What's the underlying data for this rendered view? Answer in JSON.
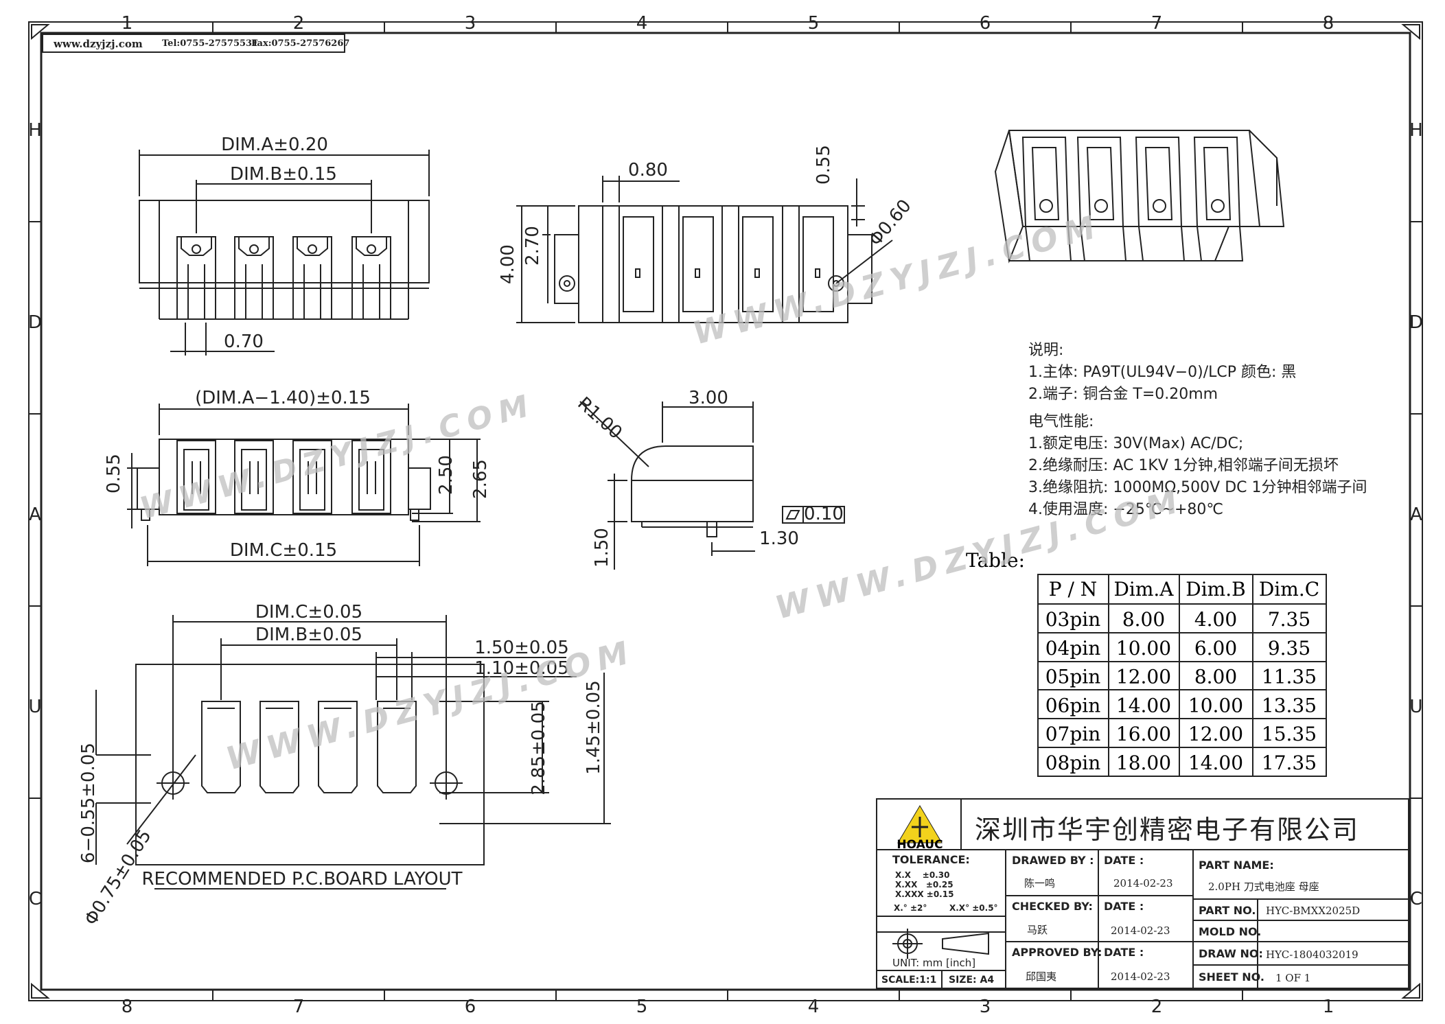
{
  "header": {
    "website": "www.dzyjzj.com",
    "tel": "Tel:0755-27575531",
    "fax": "Fax:0755-27576267"
  },
  "frame": {
    "col_labels_top": [
      "1",
      "2",
      "3",
      "4",
      "5",
      "6",
      "7",
      "8"
    ],
    "col_labels_bottom": [
      "8",
      "7",
      "6",
      "5",
      "4",
      "3",
      "2",
      "1"
    ],
    "row_labels": [
      "H",
      "D",
      "A",
      "U",
      "C"
    ]
  },
  "views": {
    "top_view": {
      "dim_a": "DIM.A±0.20",
      "dim_b": "DIM.B±0.15",
      "pitch_w": "0.70"
    },
    "front_view": {
      "dim_outer": "(DIM.A−1.40)±0.15",
      "left_h": "0.55",
      "h1": "2.50",
      "h2": "2.65",
      "dim_c": "DIM.C±0.15"
    },
    "side_view": {
      "w080": "0.80",
      "h400": "4.00",
      "h270": "2.70",
      "h055": "0.55",
      "hole": "Φ0.60"
    },
    "profile_view": {
      "w300": "3.00",
      "radius": "R1.00",
      "h150": "1.50",
      "w130": "1.30",
      "flat": "0.10"
    },
    "pcb_layout": {
      "dim_c": "DIM.C±0.05",
      "dim_b": "DIM.B±0.05",
      "d150": "1.50±0.05",
      "d110": "1.10±0.05",
      "d285": "2.85±0.05",
      "d145": "1.45±0.05",
      "pads": "6−0.55±0.05",
      "hole": "Φ0.75±0.05",
      "caption": "RECOMMENDED P.C.BOARD LAYOUT"
    }
  },
  "notes": {
    "title": "说明:",
    "items": [
      "1.主体: PA9T(UL94V−0)/LCP 颜色: 黑",
      "2.端子: 铜合金 T=0.20mm"
    ],
    "elec_title": "电气性能:",
    "elec_items": [
      "1.额定电压: 30V(Max) AC/DC;",
      "2.绝缘耐压: AC 1KV 1分钟,相邻端子间无损坏",
      "3.绝缘阻抗: 1000MΩ,500V DC 1分钟相邻端子间",
      "4.使用温度: −25℃~+80℃"
    ]
  },
  "table": {
    "caption": "Table:",
    "headers": [
      "P / N",
      "Dim.A",
      "Dim.B",
      "Dim.C"
    ],
    "rows": [
      [
        "03pin",
        "8.00",
        "4.00",
        "7.35"
      ],
      [
        "04pin",
        "10.00",
        "6.00",
        "9.35"
      ],
      [
        "05pin",
        "12.00",
        "8.00",
        "11.35"
      ],
      [
        "06pin",
        "14.00",
        "10.00",
        "13.35"
      ],
      [
        "07pin",
        "16.00",
        "12.00",
        "15.35"
      ],
      [
        "08pin",
        "18.00",
        "14.00",
        "17.35"
      ]
    ]
  },
  "title_block": {
    "company": "深圳市华宇创精密电子有限公司",
    "logo_text": "HOAUC",
    "tolerance_label": "TOLERANCE:",
    "tolerances": [
      [
        "X.X",
        "±0.30"
      ],
      [
        "X.XX",
        "±0.25"
      ],
      [
        "X.XXX",
        "±0.15"
      ]
    ],
    "angle_tol": [
      "X.° ±2°",
      "X.X° ±0.5°"
    ],
    "unit": "UNIT: mm [inch]",
    "scale": "SCALE:1:1",
    "size": "SIZE: A4",
    "drawn_by_label": "DRAWED BY :",
    "drawn_by": "陈一鸣",
    "checked_by_label": "CHECKED BY:",
    "checked_by": "马跃",
    "approved_by_label": "APPROVED BY:",
    "approved_by": "邱国夷",
    "date_label": "DATE :",
    "dates": [
      "2014-02-23",
      "2014-02-23",
      "2014-02-23"
    ],
    "part_name_label": "PART NAME:",
    "part_name": "2.0PH 刀式电池座 母座",
    "part_no_label": "PART NO.",
    "part_no": "HYC-BMXX2025D",
    "mold_no_label": "MOLD NO.",
    "mold_no": "",
    "draw_no_label": "DRAW NO:",
    "draw_no": "HYC-1804032019",
    "sheet_no_label": "SHEET NO.",
    "sheet_no": "1 OF 1"
  },
  "watermark": "WWW.DZYJZJ.COM"
}
